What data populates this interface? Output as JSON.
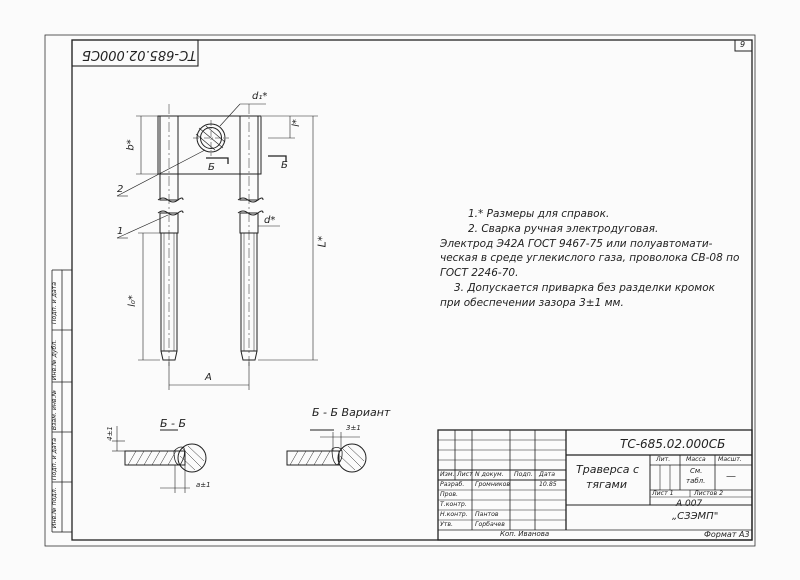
{
  "sheet": {
    "page_number": "9",
    "top_code_rotated": "ТС-685.02.000СБ",
    "drawing_code": "ТС-685.02.000СБ",
    "format": "Формат А3",
    "copied_by": "Коп. Иванова"
  },
  "side_stamp": [
    "Инв.№ подл.",
    "Подп. и дата",
    "Взам. инв.№",
    "Инв.№ дубл.",
    "Подп. и дата"
  ],
  "drawing_labels": {
    "d1": "d₁*",
    "l_star": "l*",
    "b_star": "b*",
    "L_star": "L*",
    "d_star": "d*",
    "l0_star": "l₀*",
    "A": "A",
    "leader_1": "1",
    "leader_2": "2",
    "B_left": "Б",
    "B_right": "Б"
  },
  "sections": {
    "left_title": "Б - Б",
    "right_title": "Б - Б  Вариант",
    "dim_left_vertical": "4±1",
    "dim_left_bottom": "а±1",
    "dim_right": "3±1"
  },
  "notes": [
    "1.* Размеры для справок.",
    "2. Сварка ручная электродуговая.",
    "Электрод Э42А ГОСТ 9467-75  или полуавтомати-",
    "ческая  в среде углекислого газа, проволока СВ-08 по",
    "ГОСТ 2246-70.",
    "3. Допускается приварка без разделки кромок",
    "при обеспечении зазора 3±1 мм."
  ],
  "title_block": {
    "name_line1": "Траверса с",
    "name_line2": "тягами",
    "col_headers": [
      "Изм.",
      "Лист",
      "N докум.",
      "Подп.",
      "Дата"
    ],
    "rows": [
      {
        "role": "Разраб.",
        "name": "Громников"
      },
      {
        "role": "Пров.",
        "name": ""
      },
      {
        "role": "Т.контр.",
        "name": ""
      },
      {
        "role": "Н.контр.",
        "name": "Пантов"
      },
      {
        "role": "Утв.",
        "name": "Горбачев"
      }
    ],
    "date_sign": "10.85",
    "lit_header": "Лит.",
    "mass_header": "Масса",
    "scale_header": "Масшт.",
    "mass_value_1": "См.",
    "mass_value_2": "табл.",
    "scale_value": "—",
    "sheet_label": "Лист  1",
    "sheets_label": "Листов  2",
    "org_code": "А 007",
    "org_name": "„СЗЭМП\""
  }
}
